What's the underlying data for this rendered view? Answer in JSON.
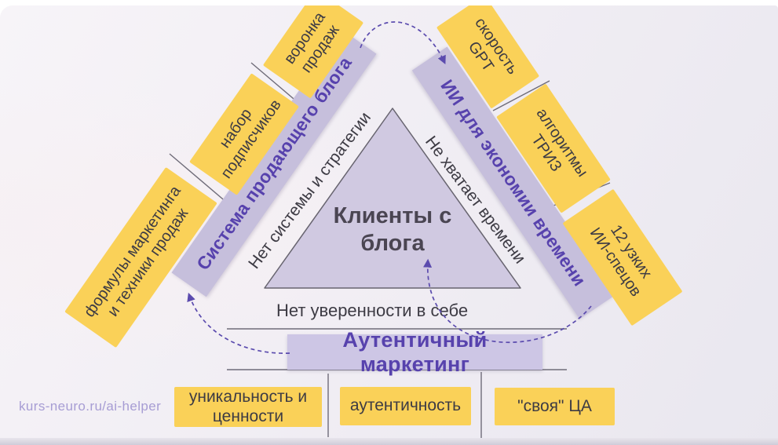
{
  "colors": {
    "accent": "#5742ad",
    "ink": "#3d3b44",
    "title-ink": "#4a4552",
    "yellow": "#fad158",
    "band": "#c6bfdc",
    "band-bottom": "#cdc6e5",
    "triangle-fill": "#d0c9e1",
    "line": "#6f6c79",
    "arrow": "#5b4bae",
    "url": "#a79dd4",
    "bg-start": "#f7f4f8",
    "bg-end": "#e9e7ef"
  },
  "center": {
    "title": "Клиенты с\nблога"
  },
  "pains": {
    "left": "Нет системы и стратегии",
    "right": "Не хватает времени",
    "bottom": "Нет уверенности в себе"
  },
  "modules": {
    "left": {
      "title": "Система продающего блога",
      "items": [
        "воронка\nпродаж",
        "набор\nподписчиков",
        "формулы маркетинга\nи техники продаж"
      ]
    },
    "right": {
      "title": "ИИ для экономии времени",
      "items": [
        "скорость\nGPT",
        "алгоритмы\nТРИЗ",
        "12 узких\nИИ-спецов"
      ]
    },
    "bottom": {
      "title": "Аутентичный маркетинг",
      "items": [
        "уникальность и\nценности",
        "аутентичность",
        "\"своя\" ЦА"
      ]
    }
  },
  "footer": {
    "url": "kurs-neuro.ru/ai-helper"
  }
}
